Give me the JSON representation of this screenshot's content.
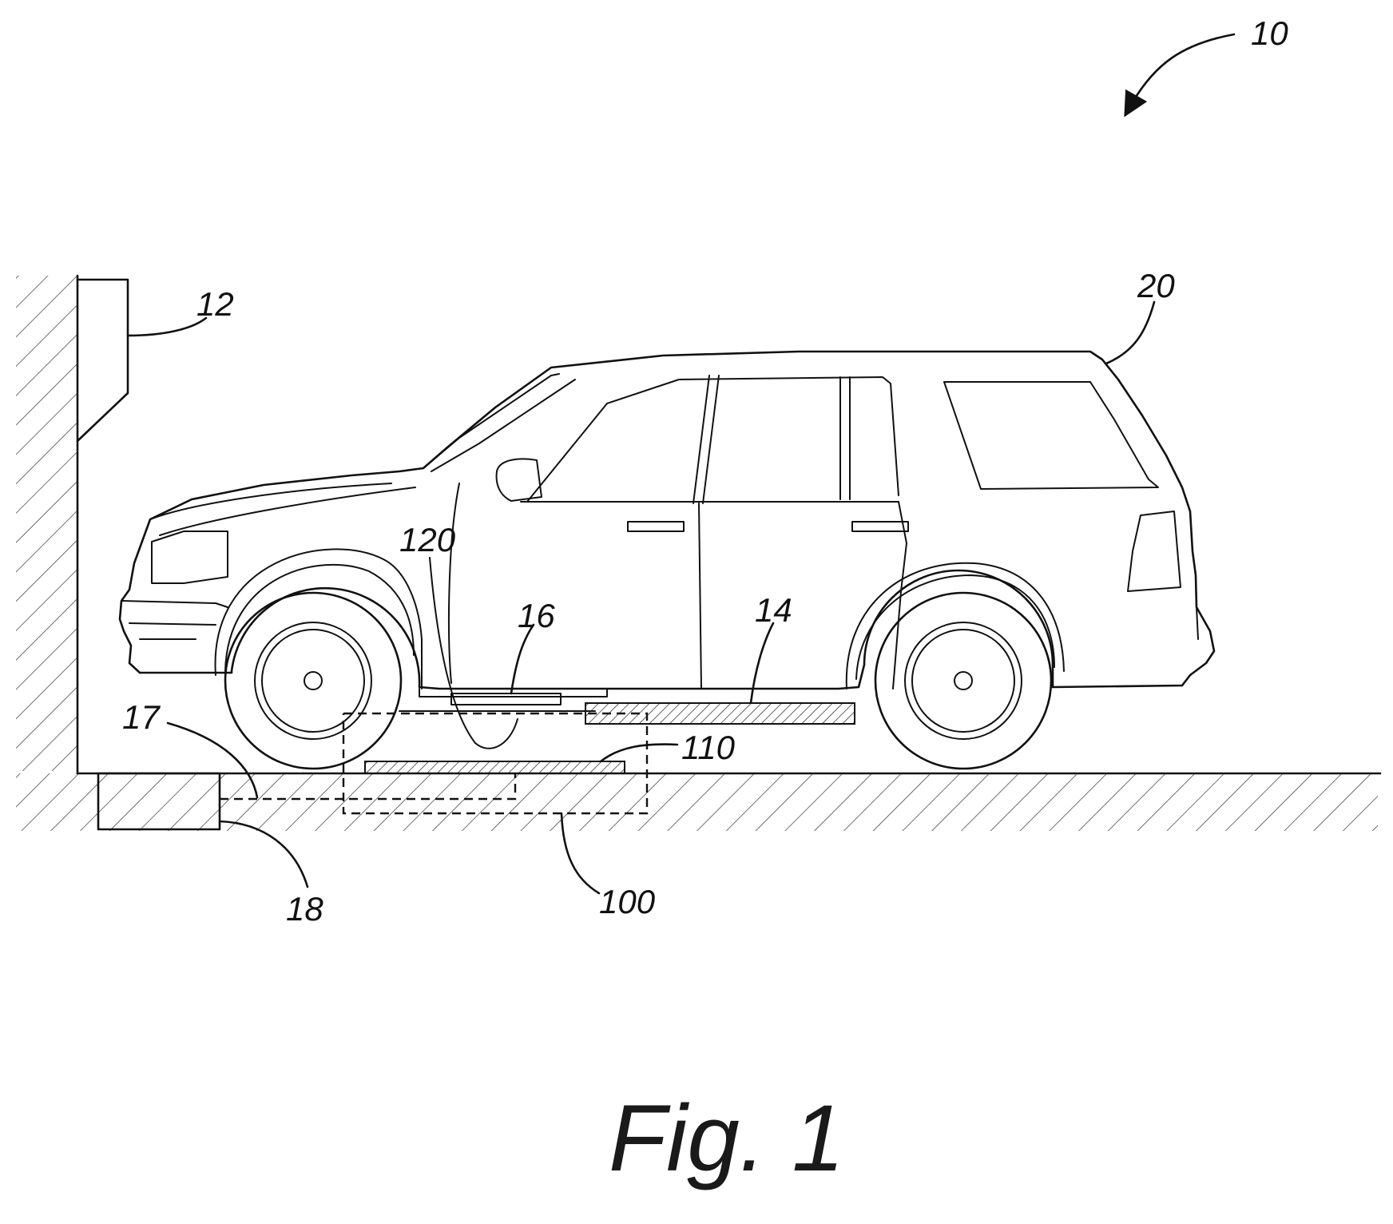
{
  "figure": {
    "caption": "Fig. 1",
    "labels": {
      "system": "10",
      "charger": "12",
      "vehicle": "20",
      "cable": "120",
      "receiver": "16",
      "battery": "14",
      "conduit": "17",
      "supply_box": "18",
      "transmitter_pad": "110",
      "ground_unit": "100"
    }
  }
}
